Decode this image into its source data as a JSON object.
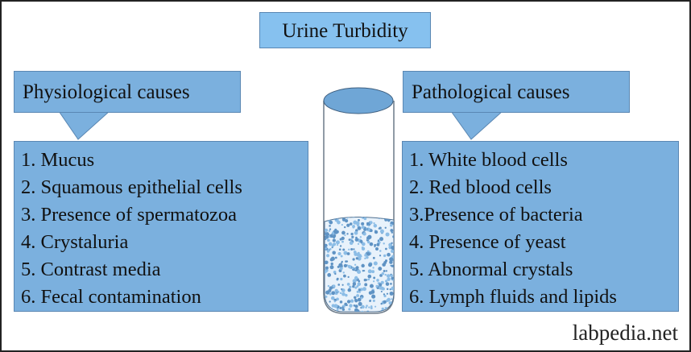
{
  "title": "Urine Turbidity",
  "physiological": {
    "heading": "Physiological causes",
    "items": [
      "1. Mucus",
      "2. Squamous epithelial cells",
      "3. Presence of spermatozoa",
      "4. Crystaluria",
      "5. Contrast media",
      "6. Fecal contamination"
    ]
  },
  "pathological": {
    "heading": "Pathological causes",
    "items": [
      "1. White blood cells",
      "2. Red blood cells",
      "3.Presence of bacteria",
      "4. Presence of yeast",
      "5. Abnormal crystals",
      "6. Lymph fluids and lipids"
    ]
  },
  "watermark": "labpedia.net",
  "colors": {
    "box": "#7bb0de",
    "title_box": "#86c1ef"
  }
}
